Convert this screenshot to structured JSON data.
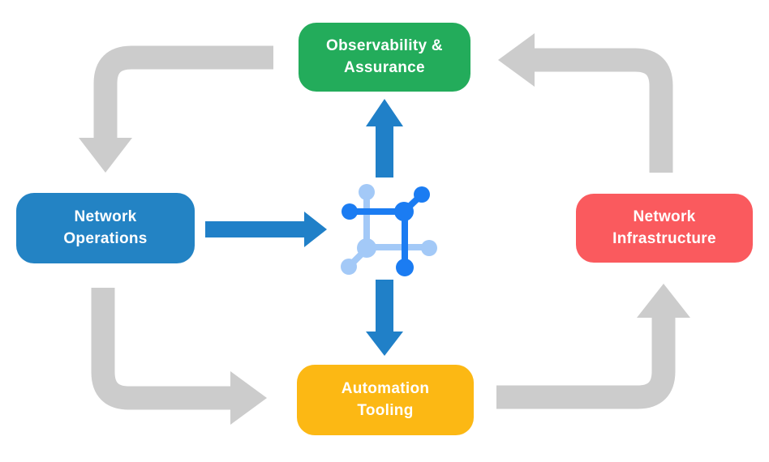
{
  "diagram": {
    "nodes": [
      {
        "id": "observability-assurance",
        "label": "Observability &\nAssurance",
        "color": "#23AC5B"
      },
      {
        "id": "network-operations",
        "label": "Network\nOperations",
        "color": "#2383C4"
      },
      {
        "id": "network-infrastructure",
        "label": "Network\nInfrastructure",
        "color": "#FA5A5E"
      },
      {
        "id": "automation-tooling",
        "label": "Automation\nTooling",
        "color": "#FCB814"
      }
    ],
    "center_icon": "network-fabric-icon",
    "colors": {
      "arrow_gray": "#CCCCCC",
      "arrow_blue": "#2080C8",
      "icon_dark_blue": "#1B7CF2",
      "icon_light_blue": "#A3C9F7",
      "text_on_node": "#FFFFFF",
      "background": "#FFFFFF"
    }
  }
}
